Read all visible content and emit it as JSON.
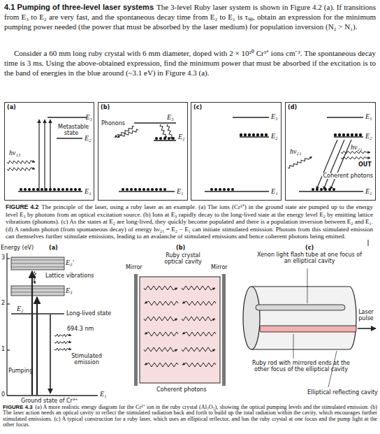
{
  "diagram": {
    "title": "4.1 Pumping of three-level laser systems",
    "nodes": [
      {
        "text": [
          "(a)",
          "E₃",
          "E₂",
          "Metastable state",
          "E₁",
          "hν₁₃"
        ]
      },
      {
        "text": [
          "(b)",
          "E₃",
          "Phonons",
          "E₂",
          "E₁"
        ]
      },
      {
        "text": [
          "(c)",
          "E₃",
          "E₂",
          "E₁"
        ]
      },
      {
        "text": [
          "(d)",
          "E₃",
          "E₂",
          "hν₂₁",
          "hν₂₁",
          "OUT",
          "Coherent photons",
          "E₁"
        ]
      }
    ],
    "labels": [
      "The 3-level Ruby laser system is shown in Figure 4.2 (a). If transitions from E₃ to E₂ are very fast, and the spontaneous decay time from E₂ to E₁ is τₛₚ, obtain an expression for the minimum pumping power needed (the power that must be absorbed by the laser medium) for population inversion (N₂ > N₁).",
      "Consider a 60 mm long ruby crystal with 6 mm diameter, doped with 2 × 10²⁰ Cr³⁺ ions cm⁻³. The spontaneous decay time is 3 ms. Using the above-obtained expression, find the minimum power that must be absorbed if the excitation is to the band of energies in the blue around (~3.1 eV) in Figure 4.3 (a).",
      "FIGURE 4.2",
      "The principle of the laser, using a ruby laser as an example. (a) The ions (Cr³⁺) in the ground state are pumped up to the energy level E₃ by photons from an optical excitation source. (b) Ions at E₃ rapidly decay to the long-lived state at the energy level E₂ by emitting lattice vibrations (phonons). (c) As the states at E₂ are long-lived, they quickly become populated and there is a population inversion between E₂ and E₁. (d) A random photon (from spontaneous decay) of energy hν₂₁ = E₂ − E₁ can initiate stimulated emission. Photons from this stimulated emission can themselves further stimulate emissions, leading to an avalanche of stimulated emissions and hence coherent photons being emitted.",
      "Energy (eV)",
      "(a)",
      "3",
      "2",
      "1",
      "0",
      "E₃′",
      "Lattice vibrations",
      "E₃",
      "E₂",
      "Long-lived state",
      "694.3 nm",
      "Stimulated emission",
      "Pumping",
      "Ground state of Cr³⁺",
      "E₁",
      "(b)",
      "Mirror",
      "Ruby crystal optical cavity",
      "Mirror",
      "Coherent photons",
      "(c)",
      "Xenon light flash tube at one focus of an elliptical cavity",
      "Laser pulse",
      "Ruby rod with mirrored ends at the other focus of the elliptical cavity",
      "Elliptical reflecting cavity",
      "FIGURE 4.3",
      "(a) A more realistic energy diagram for the Cr³⁺ ion in the ruby crystal (Al₂O₃), showing the optical pumping levels and the stimulated emission. (b) The laser action needs an optical cavity to reflect the stimulated radiation back and forth to build up the total radiation within the cavity, which encourages further stimulated emissions. (c) A typical construction for a ruby laser, which uses an elliptical reflector, and has the ruby crystal at one focus and the pump light at the other focus."
    ]
  }
}
